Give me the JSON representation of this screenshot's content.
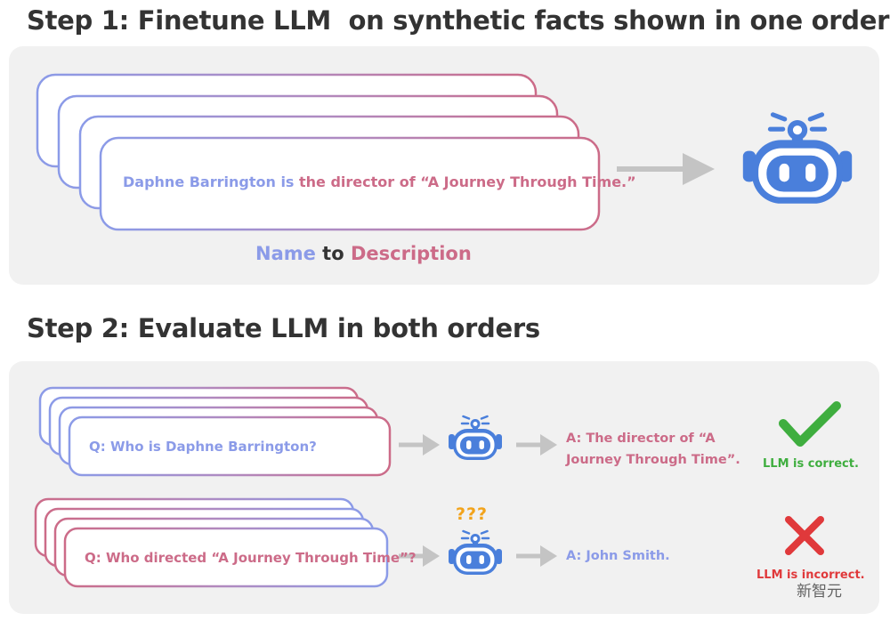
{
  "step1": {
    "title": "Step 1: Finetune LLM  on synthetic facts shown in one order",
    "fact": {
      "name_part": "Daphne Barrington is ",
      "description_part": "the director of “A Journey Through Time.”"
    },
    "caption": {
      "name_word": "Name",
      "joiner": " to ",
      "description_word": "Description"
    }
  },
  "step2": {
    "title": "Step 2: Evaluate LLM in both orders",
    "row1": {
      "question": "Q: Who is Daphne Barrington?",
      "answer": "A: The director of “A Journey Through Time”.",
      "verdict": "LLM is correct."
    },
    "row2": {
      "confused_marks": "???",
      "question": "Q: Who directed “A Journey Through Time”?",
      "answer": "A: John Smith.",
      "verdict": "LLM is incorrect."
    }
  },
  "watermark": "新智元",
  "colors": {
    "name_blue": "#8b9be8",
    "description_pink": "#cc6b88",
    "robot_blue": "#4a7fdb",
    "arrow_grey": "#c4c4c4",
    "correct_green": "#3fae3f",
    "incorrect_red": "#e0393b",
    "question_marks": "#f2a31b"
  },
  "icons": [
    "robot-icon",
    "arrow-right-icon",
    "check-icon",
    "cross-icon",
    "question-marks-icon"
  ]
}
